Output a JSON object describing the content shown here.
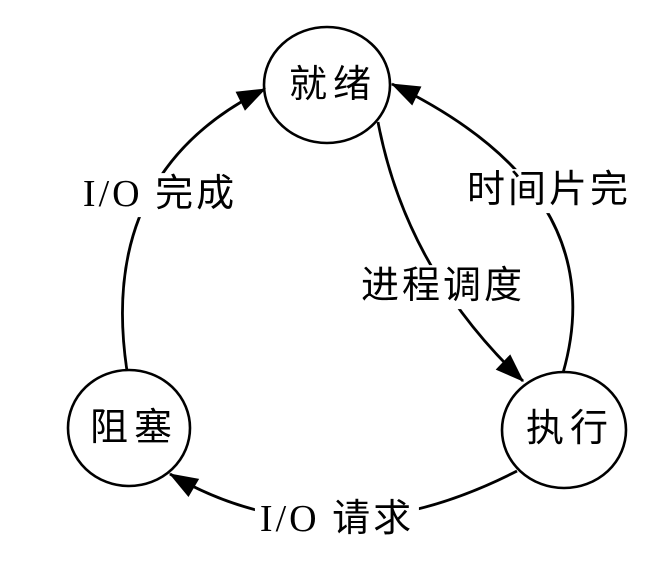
{
  "diagram": {
    "background_color": "#ffffff",
    "line_color": "#000000",
    "text_color": "#000000",
    "states": [
      {
        "id": "ready",
        "label": "就绪"
      },
      {
        "id": "blocked",
        "label": "阻塞"
      },
      {
        "id": "running",
        "label": "执行"
      }
    ],
    "transitions": [
      {
        "id": "io-complete",
        "from": "blocked",
        "to": "ready",
        "label": "I/O 完成"
      },
      {
        "id": "time-slice-expired",
        "from": "running",
        "to": "ready",
        "label": "时间片完"
      },
      {
        "id": "process-scheduling",
        "from": "ready",
        "to": "running",
        "label": "进程调度"
      },
      {
        "id": "io-request",
        "from": "running",
        "to": "blocked",
        "label": "I/O 请求"
      }
    ]
  }
}
